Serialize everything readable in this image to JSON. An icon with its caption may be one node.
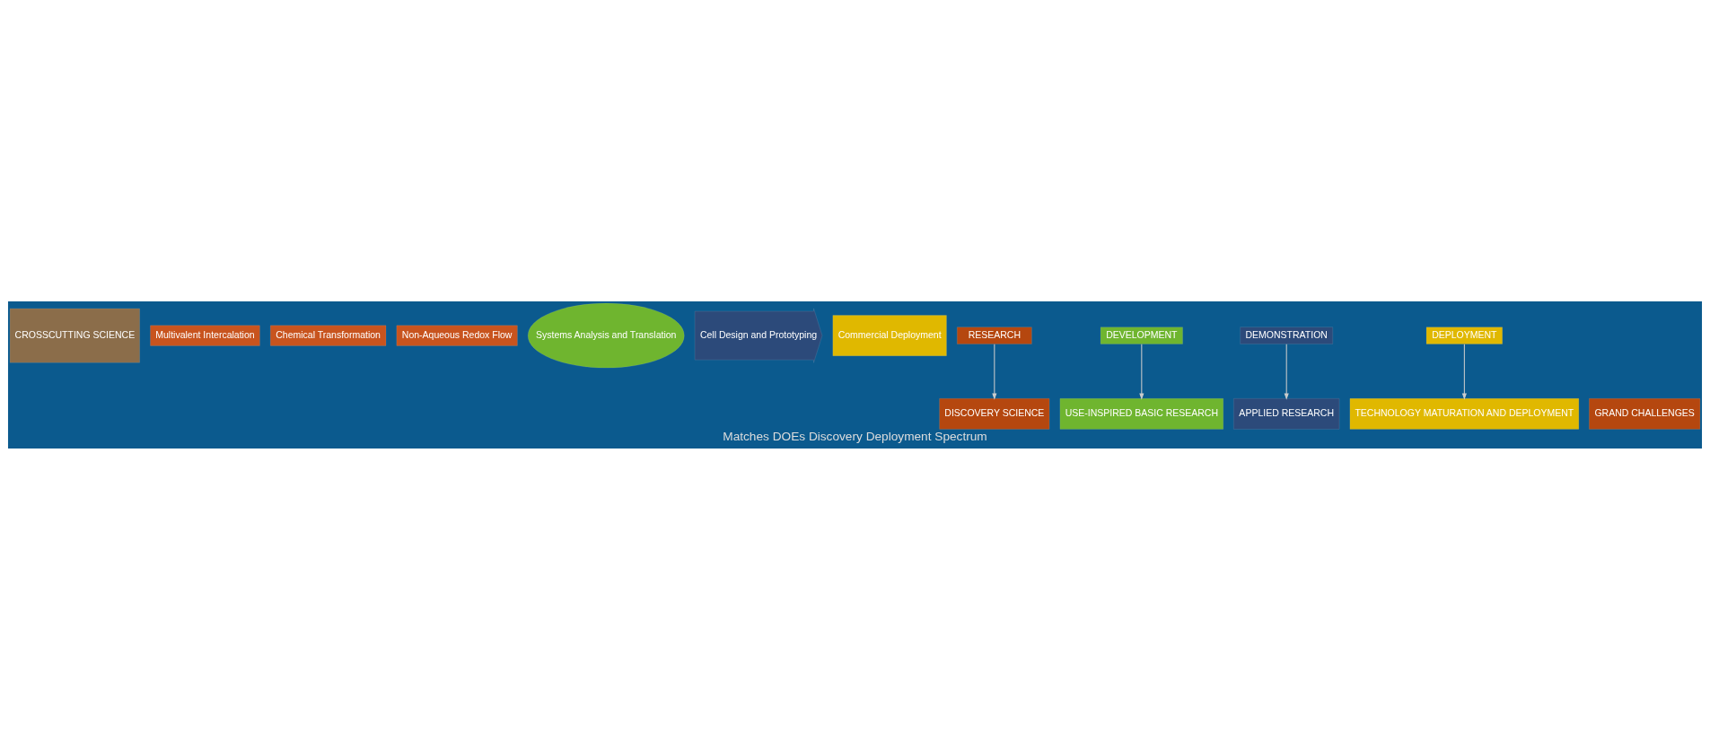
{
  "diagram": {
    "caption": "Matches DOEs Discovery Deployment Spectrum",
    "nodes": [
      {
        "text": [
          "CROSSCUTTING SCIENCE"
        ]
      },
      {
        "text": [
          "Multivalent Intercalation"
        ]
      },
      {
        "text": [
          "Chemical Transformation"
        ]
      },
      {
        "text": [
          "Non-Aqueous Redox Flow"
        ]
      },
      {
        "text": [
          "Systems Analysis and Translation"
        ]
      },
      {
        "text": [
          "Cell Design and Prototyping"
        ]
      },
      {
        "text": [
          "Commercial Deployment"
        ]
      },
      {
        "text": [
          "RESEARCH"
        ]
      },
      {
        "text": [
          "DEVELOPMENT"
        ]
      },
      {
        "text": [
          "DEMONSTRATION"
        ]
      },
      {
        "text": [
          "DEPLOYMENT"
        ]
      },
      {
        "text": [
          "GRAND CHALLENGES"
        ]
      },
      {
        "text": [
          "DISCOVERY SCIENCE"
        ]
      },
      {
        "text": [
          "USE-INSPIRED BASIC RESEARCH"
        ]
      },
      {
        "text": [
          "APPLIED RESEARCH"
        ]
      },
      {
        "text": [
          "TECHNOLOGY MATURATION AND DEPLOYMENT"
        ]
      }
    ],
    "edges": [
      {
        "from": 7,
        "to": 12,
        "arrow": "to"
      },
      {
        "from": 8,
        "to": 13,
        "arrow": "to"
      },
      {
        "from": 9,
        "to": 14,
        "arrow": "to"
      },
      {
        "from": 10,
        "to": 15,
        "arrow": "to"
      }
    ]
  }
}
